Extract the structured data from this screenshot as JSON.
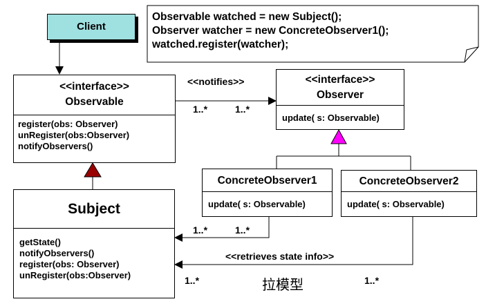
{
  "client": {
    "name": "Client"
  },
  "note": {
    "lines": [
      "Observable watched = new Subject();",
      "Observer watcher = new ConcreteObserver1();",
      "watched.register(watcher);"
    ]
  },
  "observable": {
    "stereotype": "<<interface>>",
    "name": "Observable",
    "operations": [
      "register(obs: Observer)",
      "unRegister(obs:Observer)",
      "notifyObservers()"
    ]
  },
  "observer": {
    "stereotype": "<<interface>>",
    "name": "Observer",
    "operations": [
      "update( s: Observable)"
    ]
  },
  "concrete1": {
    "name": "ConcreteObserver1",
    "operations": [
      "update( s: Observable)"
    ]
  },
  "concrete2": {
    "name": "ConcreteObserver2",
    "operations": [
      "update( s: Observable)"
    ]
  },
  "subject": {
    "name": "Subject",
    "operations": [
      "getState()",
      "notifyObservers()",
      "register(obs: Observer)",
      "unRegister(obs:Observer)"
    ]
  },
  "labels": {
    "notifies": "<<notifies>>",
    "retrieves": "<<retrieves state info>>",
    "mult_notify_left": "1..*",
    "mult_notify_right": "1..*",
    "mult_c1_left": "1..*",
    "mult_c1_right": "1..*",
    "mult_ret_left": "1..*",
    "mult_ret_right": "1..*",
    "pull_model": "拉模型"
  },
  "colors": {
    "client_fill": "#9fe0e0",
    "realization_triangle": "#ff00ff",
    "generalization_triangle": "#990000",
    "background": "#ffffff",
    "stroke": "#000000"
  }
}
